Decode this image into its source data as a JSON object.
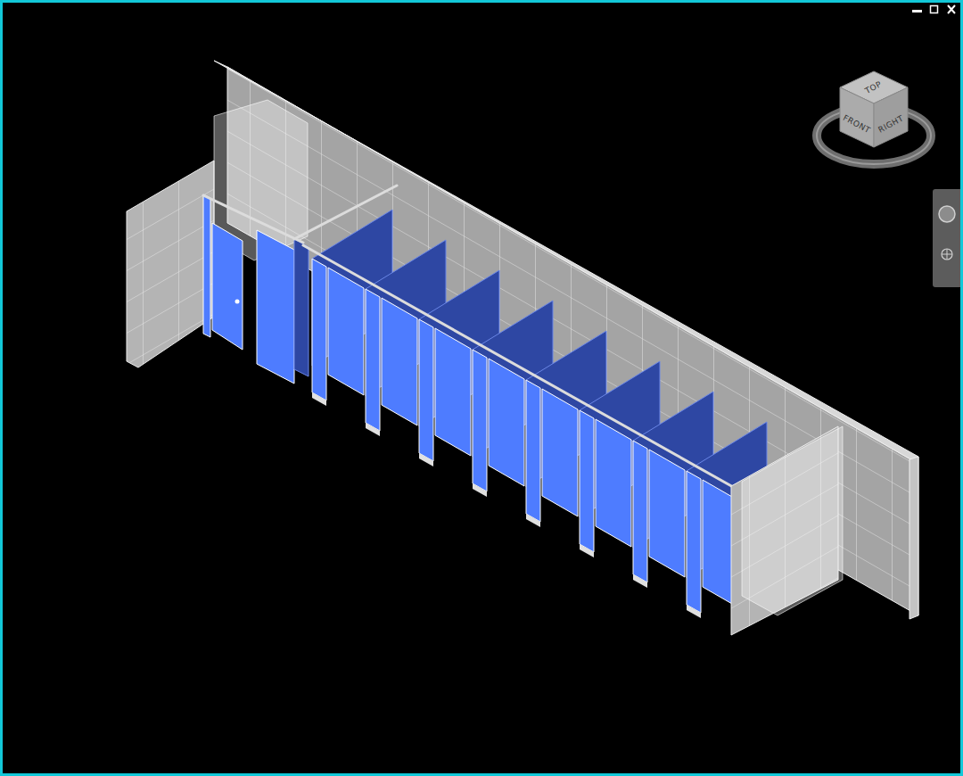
{
  "diagram": {
    "labels": [
      "TOP",
      "FRONT",
      "RIGHT"
    ]
  }
}
